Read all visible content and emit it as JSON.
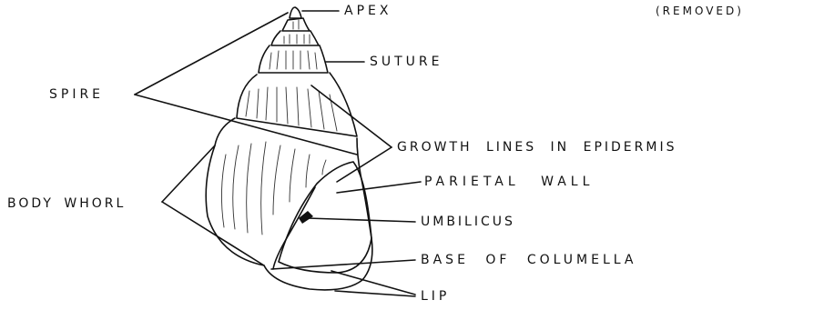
{
  "labels": {
    "apex": "APEX",
    "removed": "(REMOVED)",
    "suture": "SUTURE",
    "spire": "SPIRE",
    "growth_lines": "GROWTH LINES IN EPIDERMIS",
    "parietal_wall": "PARIETAL WALL",
    "body_whorl": "BODY WHORL",
    "umbilicus": "UMBILICUS",
    "base_of_columella": "BASE OF COLUMELLA",
    "lip": "LIP"
  }
}
